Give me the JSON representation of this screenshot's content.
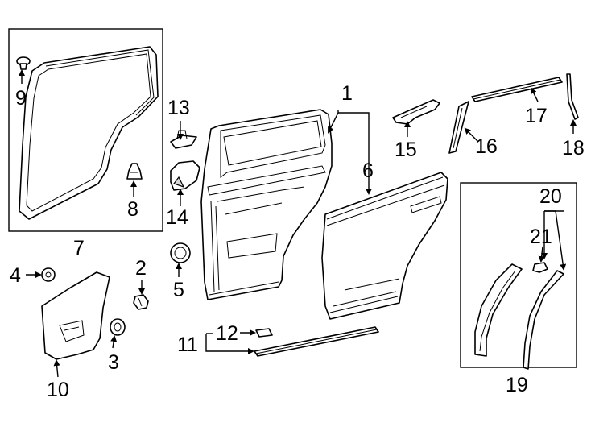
{
  "diagram": {
    "callouts": {
      "c1": "1",
      "c2": "2",
      "c3": "3",
      "c4": "4",
      "c5": "5",
      "c6": "6",
      "c7": "7",
      "c8": "8",
      "c9": "9",
      "c10": "10",
      "c11": "11",
      "c12": "12",
      "c13": "13",
      "c14": "14",
      "c15": "15",
      "c16": "16",
      "c17": "17",
      "c18": "18",
      "c19": "19",
      "c20": "20",
      "c21": "21"
    },
    "colors": {
      "line": "#000000",
      "background": "#ffffff",
      "shade": "#d8d8d8"
    }
  }
}
